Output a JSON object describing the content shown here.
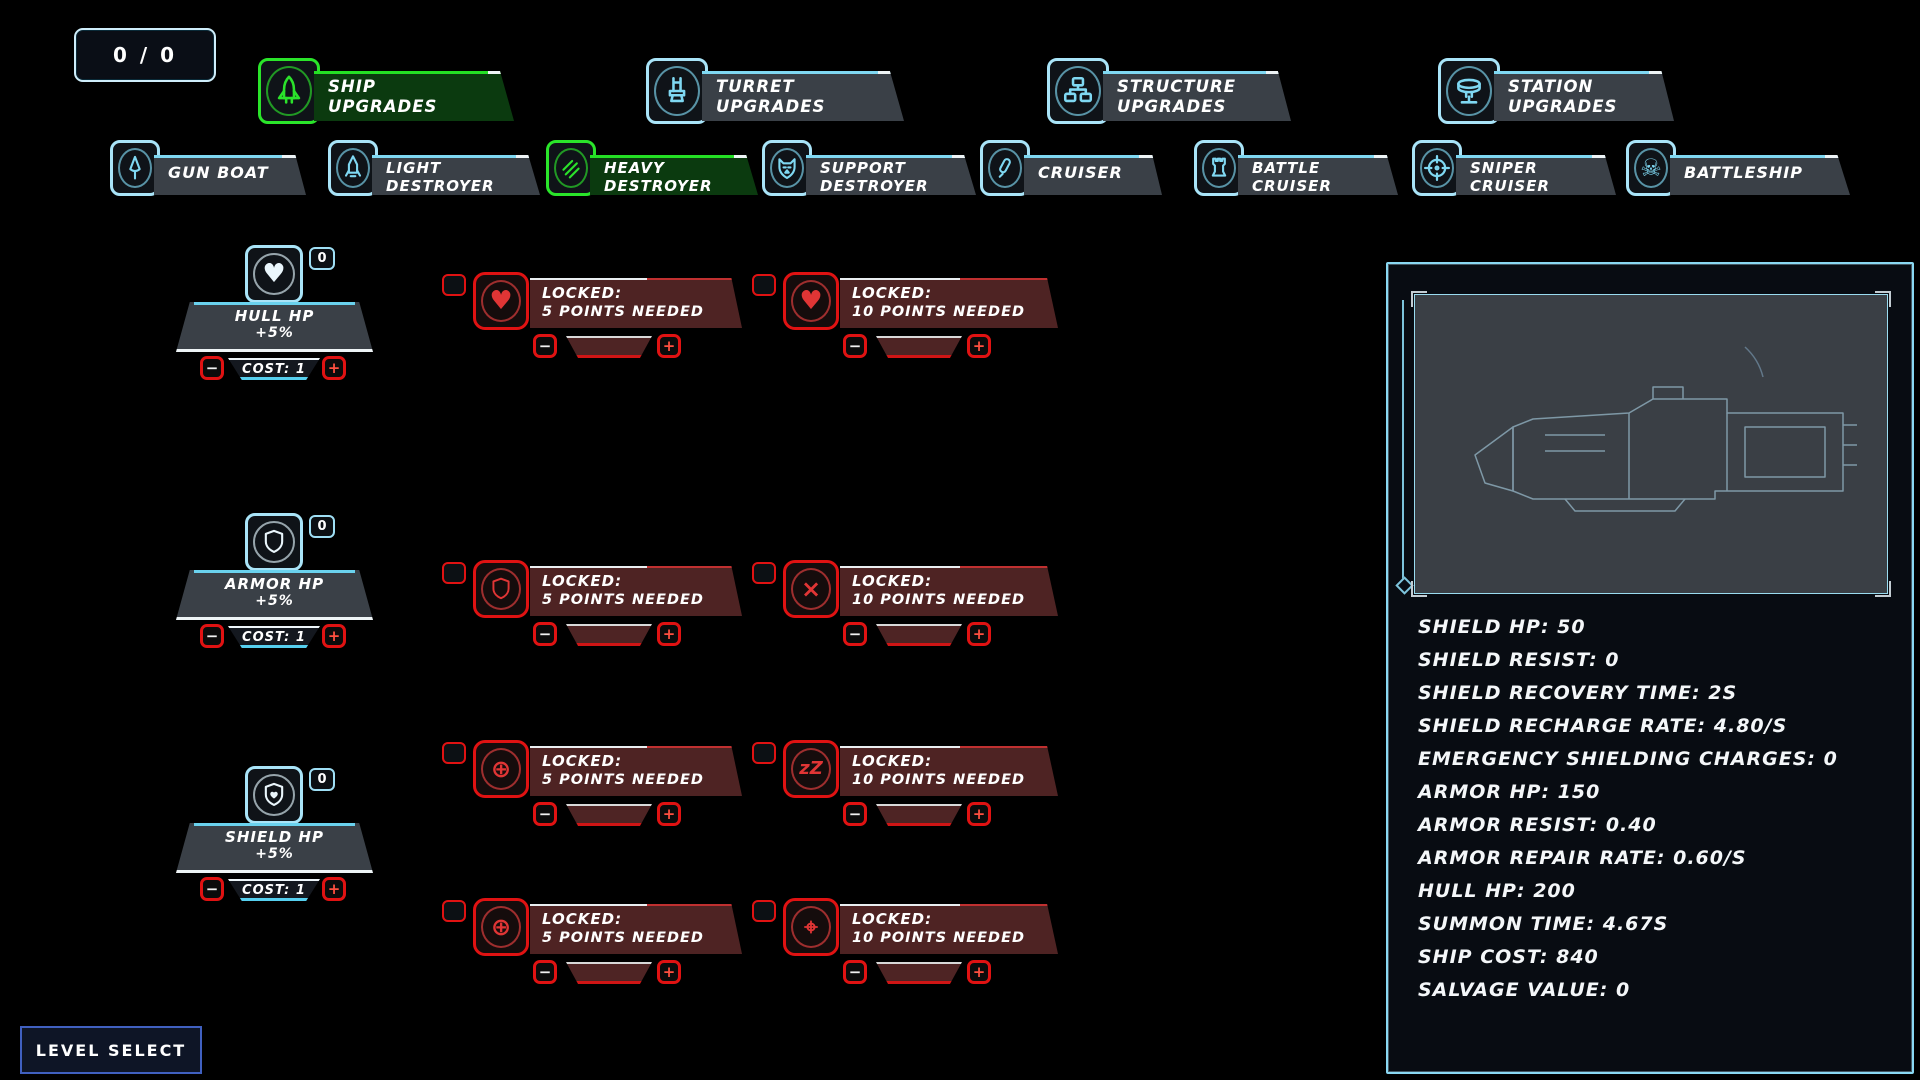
{
  "points_counter": {
    "value": "0 / 0"
  },
  "colors": {
    "cyan_accent": "#8ad8f2",
    "green_selected": "#24e024",
    "red_locked": "#e01212",
    "tab_gray": "#3a4047",
    "locked_maroon": "#4e2323",
    "panel_bg": "#080c12"
  },
  "category_tabs": [
    {
      "line1": "SHIP",
      "line2": "UPGRADES",
      "icon": "ship-icon",
      "selected": true
    },
    {
      "line1": "TURRET",
      "line2": "UPGRADES",
      "icon": "turret-icon",
      "selected": false
    },
    {
      "line1": "STRUCTURE",
      "line2": "UPGRADES",
      "icon": "structure-icon",
      "selected": false
    },
    {
      "line1": "STATION",
      "line2": "UPGRADES",
      "icon": "station-icon",
      "selected": false
    }
  ],
  "class_tabs": [
    {
      "line1": "GUN BOAT",
      "line2": "",
      "icon": "gun-boat-icon",
      "selected": false
    },
    {
      "line1": "LIGHT",
      "line2": "DESTROYER",
      "icon": "light-destroyer-icon",
      "selected": false
    },
    {
      "line1": "HEAVY",
      "line2": "DESTROYER",
      "icon": "heavy-destroyer-icon",
      "selected": true
    },
    {
      "line1": "SUPPORT",
      "line2": "DESTROYER",
      "icon": "support-destroyer-icon",
      "selected": false
    },
    {
      "line1": "CRUISER",
      "line2": "",
      "icon": "cruiser-icon",
      "selected": false
    },
    {
      "line1": "BATTLE",
      "line2": "CRUISER",
      "icon": "battle-cruiser-icon",
      "selected": false
    },
    {
      "line1": "SNIPER",
      "line2": "CRUISER",
      "icon": "sniper-cruiser-icon",
      "selected": false
    },
    {
      "line1": "BATTLESHIP",
      "line2": "",
      "icon": "battleship-icon",
      "selected": false
    }
  ],
  "upgrade_cards": [
    {
      "name": "HULL HP",
      "bonus": "+5%",
      "cost": "COST: 1",
      "level": "0",
      "icon": "heart-icon"
    },
    {
      "name": "ARMOR HP",
      "bonus": "+5%",
      "cost": "COST: 1",
      "level": "0",
      "icon": "shield-icon"
    },
    {
      "name": "SHIELD HP",
      "bonus": "+5%",
      "cost": "COST: 1",
      "level": "0",
      "icon": "shield-heart-icon"
    }
  ],
  "locked_rows": [
    {
      "left": {
        "title": "LOCKED:",
        "req": "5 POINTS NEEDED"
      },
      "right": {
        "title": "LOCKED:",
        "req": "10 POINTS NEEDED"
      }
    },
    {
      "left": {
        "title": "LOCKED:",
        "req": "5 POINTS NEEDED"
      },
      "right": {
        "title": "LOCKED:",
        "req": "10 POINTS NEEDED"
      }
    },
    {
      "left": {
        "title": "LOCKED:",
        "req": "5 POINTS NEEDED"
      },
      "right": {
        "title": "LOCKED:",
        "req": "10 POINTS NEEDED"
      }
    },
    {
      "left": {
        "title": "LOCKED:",
        "req": "5 POINTS NEEDED"
      },
      "right": {
        "title": "LOCKED:",
        "req": "10 POINTS NEEDED"
      }
    }
  ],
  "buttons": {
    "minus": "−",
    "plus": "+"
  },
  "ship_panel": {
    "stats": [
      "SHIELD HP: 50",
      "SHIELD RESIST: 0",
      "SHIELD RECOVERY TIME: 2S",
      "SHIELD RECHARGE RATE: 4.80/S",
      "EMERGENCY SHIELDING CHARGES: 0",
      "ARMOR HP: 150",
      "ARMOR RESIST: 0.40",
      "ARMOR REPAIR RATE: 0.60/S",
      "HULL HP: 200",
      "SUMMON TIME: 4.67S",
      "SHIP COST: 840",
      "SALVAGE VALUE: 0"
    ]
  },
  "level_select": {
    "label": "LEVEL SELECT"
  }
}
